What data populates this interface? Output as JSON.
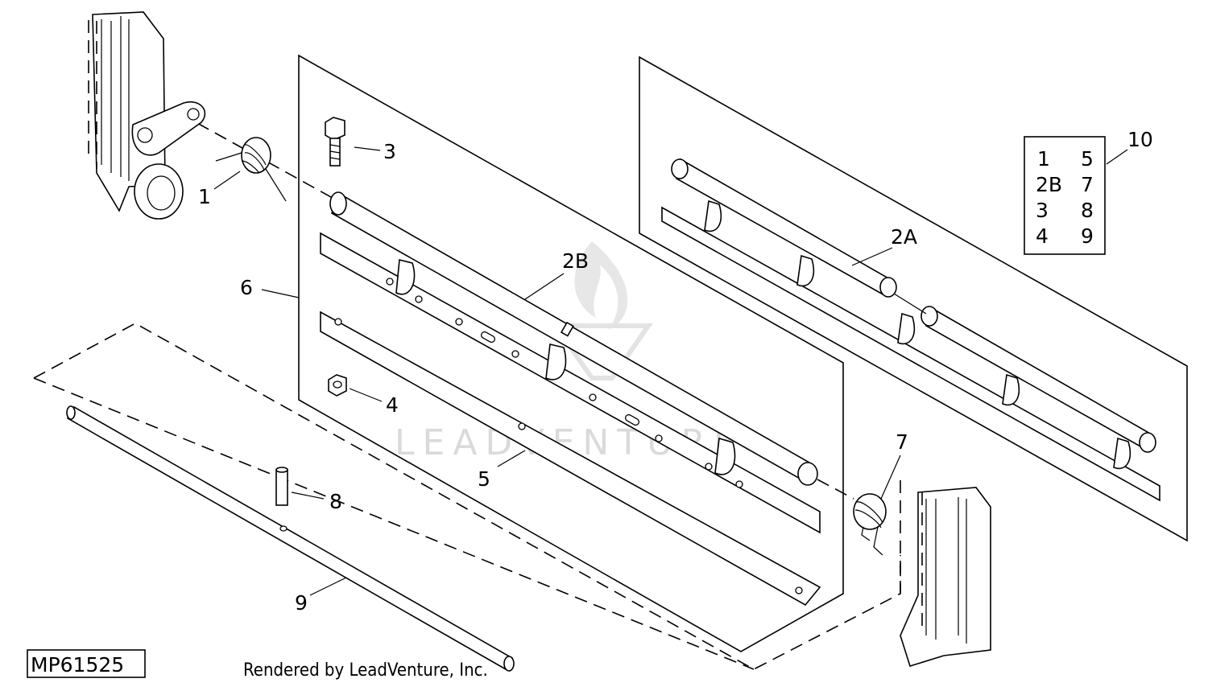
{
  "callouts": {
    "c1": "1",
    "c2a": "2A",
    "c2b": "2B",
    "c3": "3",
    "c4": "4",
    "c5": "5",
    "c6": "6",
    "c7": "7",
    "c8": "8",
    "c9": "9",
    "c10": "10"
  },
  "kit_table": {
    "rows": [
      [
        "1",
        "5"
      ],
      [
        "2B",
        "7"
      ],
      [
        "3",
        "8"
      ],
      [
        "4",
        "9"
      ]
    ]
  },
  "figure_id": "MP61525",
  "credit": "Rendered by LeadVenture, Inc.",
  "watermark": "LEADVENTURE"
}
